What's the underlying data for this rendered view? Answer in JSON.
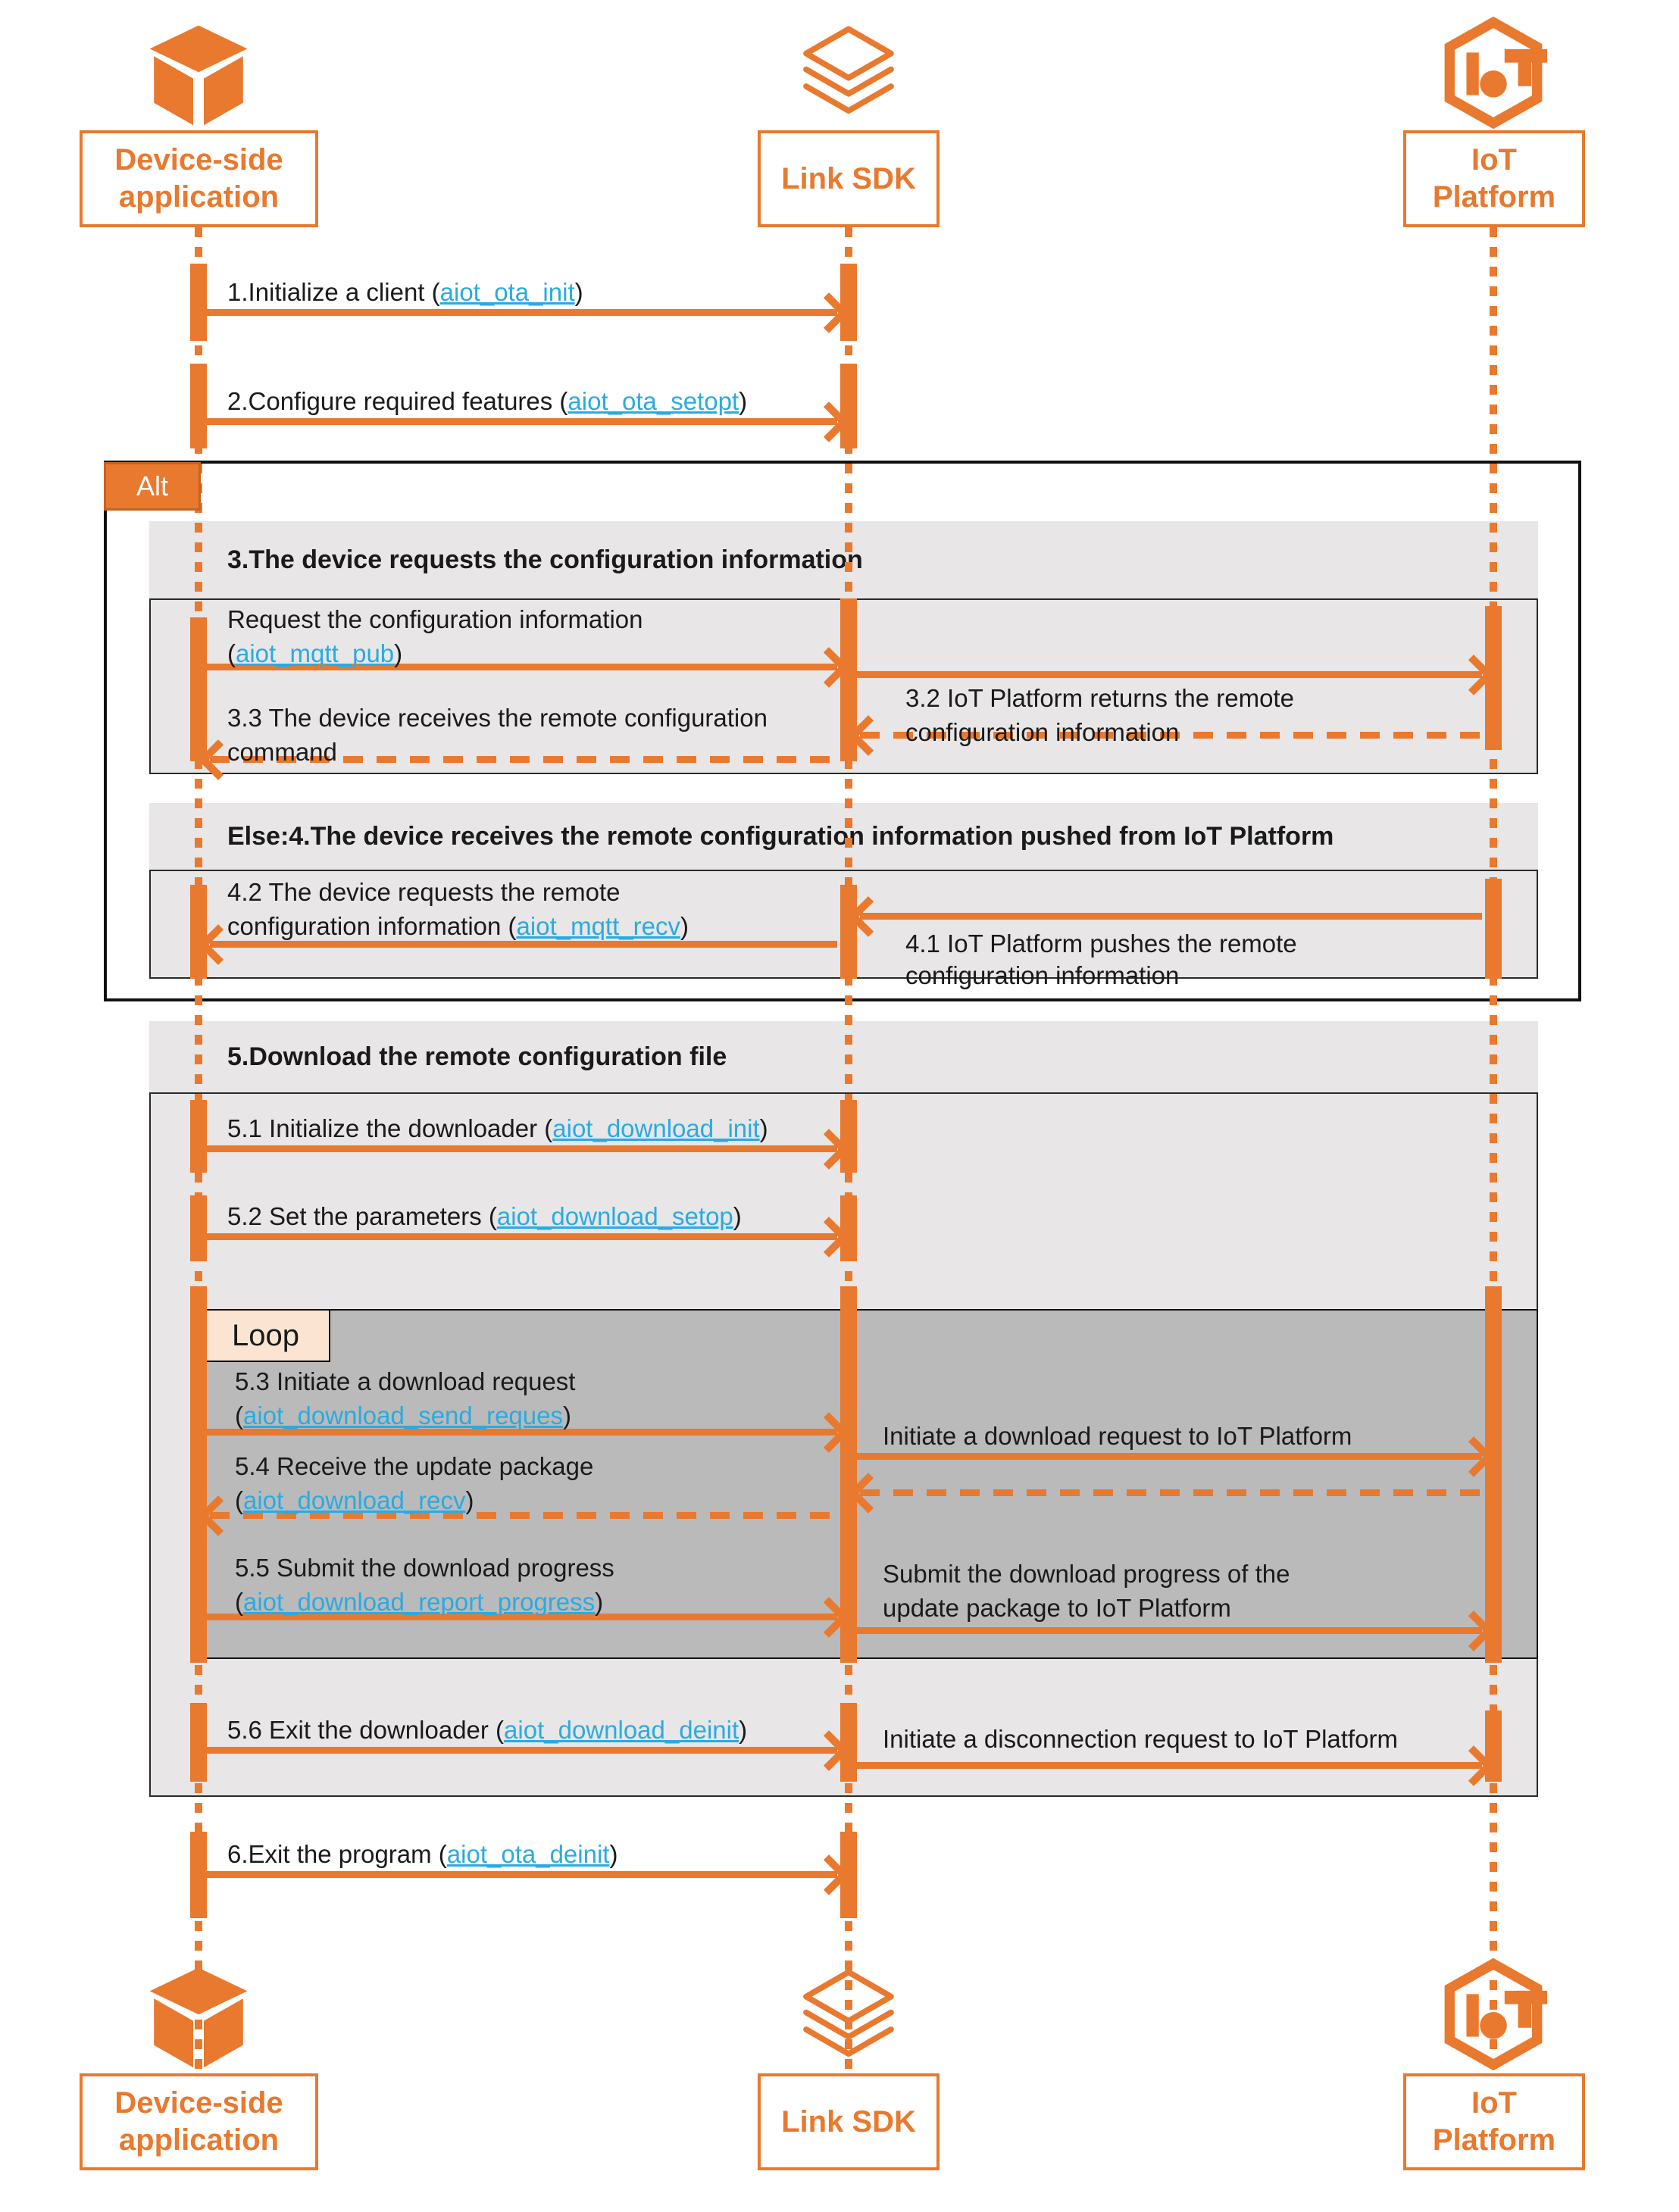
{
  "colors": {
    "accent_orange": "#E8792E",
    "function_link_blue": "#29ABE2",
    "panel_gray": "#E8E6E6",
    "loop_gray": "#BABABA",
    "loop_tab_cream": "#FBE5D2",
    "text_black": "#1a1a1a"
  },
  "participants": {
    "device": {
      "label_line1": "Device-side",
      "label_line2": "application",
      "icon": "cube-icon"
    },
    "sdk": {
      "label": "Link SDK",
      "icon": "layers-icon"
    },
    "iot": {
      "label_line1": "IoT",
      "label_line2": "Platform",
      "icon": "iot-platform-icon"
    }
  },
  "fragments": {
    "alt": {
      "label": "Alt"
    },
    "loop": {
      "label": "Loop"
    },
    "sec3": {
      "title": "3.The device requests the configuration information"
    },
    "else4": {
      "title": "Else:4.The device receives the remote configuration information pushed from IoT Platform"
    },
    "sec5": {
      "title": "5.Download the remote configuration file"
    }
  },
  "messages": {
    "m1": {
      "pre": "1.Initialize a client (",
      "fn": "aiot_ota_init",
      "post": ")"
    },
    "m2": {
      "pre": "2.Configure required features (",
      "fn": "aiot_ota_setopt",
      "post": ")"
    },
    "m3_req": {
      "line1": "Request the configuration information",
      "pre": "(",
      "fn": "aiot_mqtt_pub",
      "post": ")"
    },
    "m3_2": {
      "line1": "3.2 IoT Platform returns the remote",
      "line2": "configuration information"
    },
    "m3_3": {
      "line1": "3.3 The device receives the remote configuration",
      "line2": "command"
    },
    "m4_2": {
      "line1": "4.2 The device requests the remote",
      "pre": "configuration information (",
      "fn": "aiot_mqtt_recv",
      "post": ")"
    },
    "m4_1": {
      "line1": "4.1 IoT Platform pushes the remote",
      "line2": "configuration information"
    },
    "m5_1": {
      "pre": "5.1 Initialize the downloader (",
      "fn": "aiot_download_init",
      "post": ")"
    },
    "m5_2": {
      "pre": "5.2 Set the parameters (",
      "fn": "aiot_download_setop",
      "post": ")"
    },
    "m5_3": {
      "line1": "5.3 Initiate a download request",
      "pre": "(",
      "fn": "aiot_download_send_reques",
      "post": ")"
    },
    "m5_3r": {
      "line1": "Initiate a download request to IoT Platform"
    },
    "m5_4": {
      "line1": "5.4 Receive the update package",
      "pre": "(",
      "fn": "aiot_download_recv",
      "post": ")"
    },
    "m5_5": {
      "line1": "5.5 Submit the download progress",
      "pre": "(",
      "fn": "aiot_download_report_progress",
      "post": ")"
    },
    "m5_5r": {
      "line1": "Submit the download progress of the",
      "line2": "update package to IoT Platform"
    },
    "m5_6": {
      "pre": "5.6 Exit the downloader (",
      "fn": "aiot_download_deinit",
      "post": ")"
    },
    "m5_6r": {
      "line1": "Initiate a disconnection request to IoT Platform"
    },
    "m6": {
      "pre": "6.Exit the program (",
      "fn": "aiot_ota_deinit",
      "post": ")"
    }
  }
}
